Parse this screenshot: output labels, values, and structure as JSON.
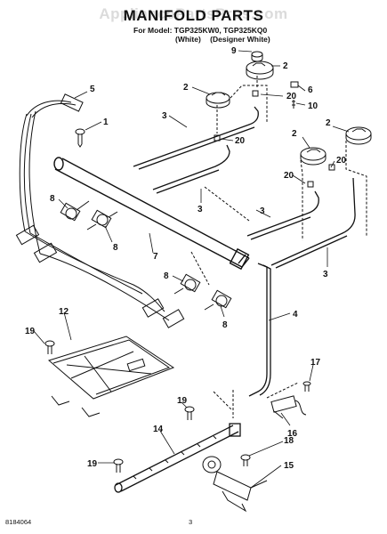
{
  "page": {
    "watermark": "AppliancePartsPros.com",
    "title": "MANIFOLD PARTS",
    "model_line": "For Model: TGP325KW0, TGP325KQ0",
    "variants": [
      "(White)",
      "(Designer White)"
    ],
    "doc_number": "8184064",
    "page_number": "3"
  },
  "callouts": [
    "9",
    "2",
    "2",
    "20",
    "6",
    "10",
    "3",
    "20",
    "2",
    "2",
    "5",
    "1",
    "20",
    "20",
    "3",
    "8",
    "3",
    "8",
    "7",
    "3",
    "8",
    "4",
    "8",
    "12",
    "19",
    "17",
    "19",
    "16",
    "14",
    "18",
    "19",
    "15"
  ]
}
